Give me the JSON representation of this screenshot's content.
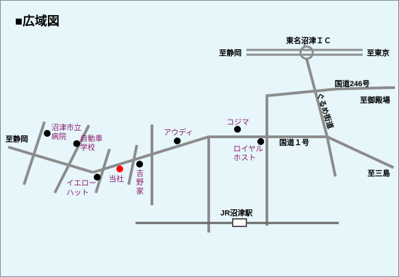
{
  "title": "■広域図",
  "interchange_label": "東名沼津ＩＣ",
  "directions": {
    "shizuoka_top": "至静岡",
    "tokyo": "至東京",
    "gotemba": "至御殿場",
    "shizuoka_left": "至静岡",
    "mishima": "至三島"
  },
  "roads": {
    "route246": "国道246号",
    "route1": "国道１号",
    "kurume": "ぐるめ街道"
  },
  "station": "JR沼津駅",
  "poi": {
    "hospital_1": "沼津市立",
    "hospital_2": "病院",
    "driving_school_1": "自動車",
    "driving_school_2": "学校",
    "yellow_hat_1": "イエロー",
    "yellow_hat_2": "ハット",
    "company": "当社",
    "yoshinoya_1": "吉",
    "yoshinoya_2": "野",
    "yoshinoya_3": "家",
    "audi": "アウディ",
    "kojima": "コジマ",
    "royal_host_1": "ロイヤル",
    "royal_host_2": "ホスト"
  },
  "colors": {
    "background": "#e6f6fb",
    "road": "#8c8c8c",
    "poi_text": "#8b1a6b",
    "company_marker": "#ff0000",
    "marker": "#000000"
  }
}
